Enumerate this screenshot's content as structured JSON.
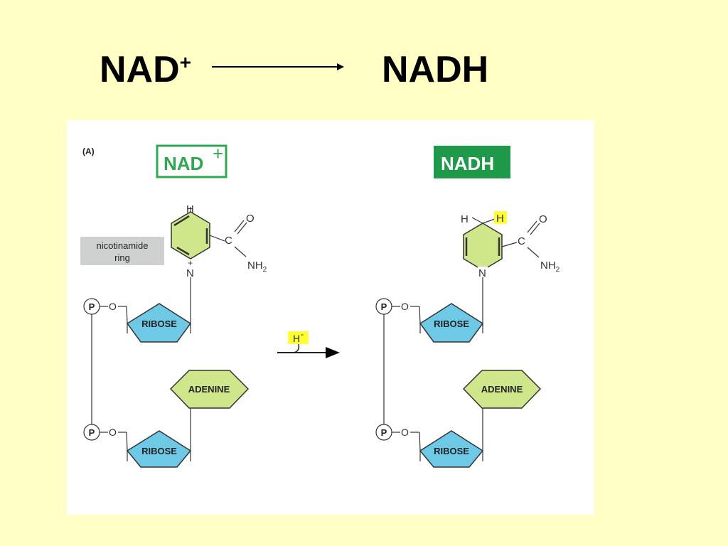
{
  "slide": {
    "title_left_main": "NAD",
    "title_left_sup": "+",
    "title_right": "NADH"
  },
  "figure": {
    "panel_label": "(A)",
    "nad_box_main": "NAD",
    "nad_box_sup": "+",
    "nadh_box": "NADH",
    "nicotinamide_line1": "nicotinamide",
    "nicotinamide_line2": "ring",
    "atoms": {
      "H": "H",
      "C": "C",
      "O": "O",
      "N": "N",
      "NH": "NH",
      "sub2": "2",
      "P": "P",
      "ring_charge": "+"
    },
    "hydride_H": "H",
    "hydride_charge": "-",
    "ribose": "RIBOSE",
    "adenine": "ADENINE",
    "colors": {
      "background": "#ffffc6",
      "ring_fill": "#cfe68a",
      "sugar_fill": "#6ec9e6",
      "nad_outline": "#2fa84f",
      "nadh_fill": "#1f9a4a",
      "label_box": "#cfd1d0",
      "hydride_highlight": "#ffff33"
    }
  }
}
